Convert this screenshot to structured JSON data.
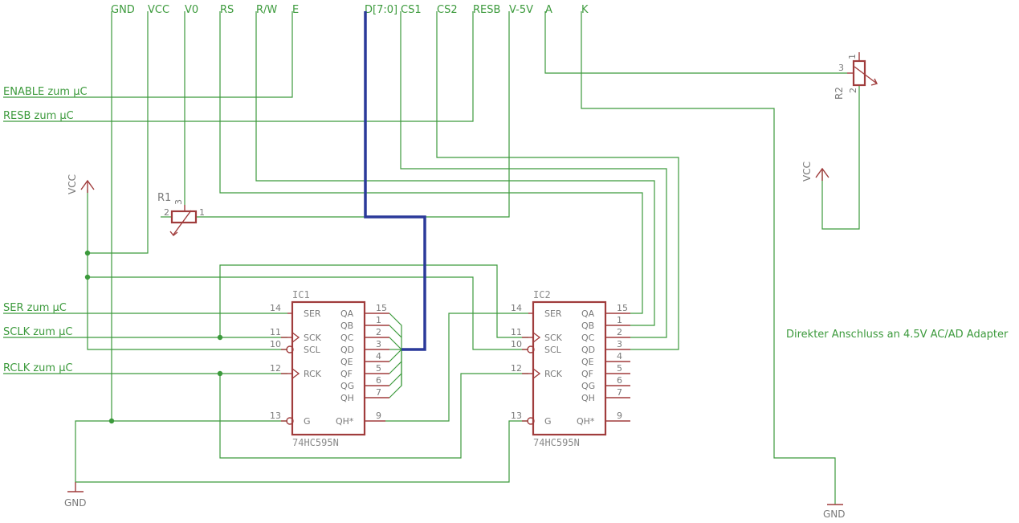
{
  "colors": {
    "wire": "#3c9a3c",
    "bus": "#2b3a9a",
    "part": "#a03c3c",
    "label": "#7a7a7a"
  },
  "connector_labels": [
    "GND",
    "VCC",
    "V0",
    "RS",
    "R/W",
    "E",
    "D[7:0]",
    "CS1",
    "CS2",
    "RESB",
    "V-5V",
    "A",
    "K"
  ],
  "net_labels": {
    "enable": "ENABLE zum µC",
    "resb": "RESB zum µC",
    "ser": "SER zum µC",
    "sclk": "SCLK zum µC",
    "rclk": "RCLK zum µC"
  },
  "note": "Direkter Anschluss an 4.5V AC/AD Adapter",
  "supplies": {
    "vcc_left": "VCC",
    "vcc_right": "VCC",
    "gnd_left": "GND",
    "gnd_right": "GND"
  },
  "resistors": {
    "r1": {
      "name": "R1",
      "pins": [
        "2",
        "1",
        "3"
      ]
    },
    "r2": {
      "name": "R2",
      "pins": [
        "1",
        "3",
        "2"
      ]
    }
  },
  "ic1": {
    "name": "IC1",
    "value": "74HC595N",
    "left_pins": [
      {
        "num": "14",
        "name": "SER"
      },
      {
        "num": "11",
        "name": "SCK"
      },
      {
        "num": "10",
        "name": "SCL"
      },
      {
        "num": "12",
        "name": "RCK"
      },
      {
        "num": "13",
        "name": "G"
      }
    ],
    "right_pins": [
      {
        "num": "15",
        "name": "QA"
      },
      {
        "num": "1",
        "name": "QB"
      },
      {
        "num": "2",
        "name": "QC"
      },
      {
        "num": "3",
        "name": "QD"
      },
      {
        "num": "4",
        "name": "QE"
      },
      {
        "num": "5",
        "name": "QF"
      },
      {
        "num": "6",
        "name": "QG"
      },
      {
        "num": "7",
        "name": "QH"
      },
      {
        "num": "9",
        "name": "QH*"
      }
    ]
  },
  "ic2": {
    "name": "IC2",
    "value": "74HC595N",
    "left_pins": [
      {
        "num": "14",
        "name": "SER"
      },
      {
        "num": "11",
        "name": "SCK"
      },
      {
        "num": "10",
        "name": "SCL"
      },
      {
        "num": "12",
        "name": "RCK"
      },
      {
        "num": "13",
        "name": "G"
      }
    ],
    "right_pins": [
      {
        "num": "15",
        "name": "QA"
      },
      {
        "num": "1",
        "name": "QB"
      },
      {
        "num": "2",
        "name": "QC"
      },
      {
        "num": "3",
        "name": "QD"
      },
      {
        "num": "4",
        "name": "QE"
      },
      {
        "num": "5",
        "name": "QF"
      },
      {
        "num": "6",
        "name": "QG"
      },
      {
        "num": "7",
        "name": "QH"
      },
      {
        "num": "9",
        "name": "QH*"
      }
    ]
  }
}
